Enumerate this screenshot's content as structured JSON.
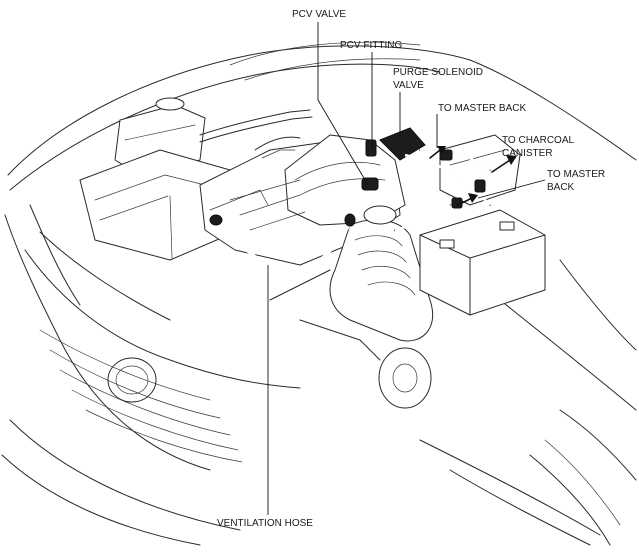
{
  "labels": {
    "pcv_valve": "PCV VALVE",
    "pcv_fitting": "PCV FITTING",
    "purge_solenoid_line1": "PURGE SOLENOID",
    "purge_solenoid_line2": "VALVE",
    "to_master_back_top": "TO MASTER BACK",
    "to_charcoal_line1": "TO CHARCOAL",
    "to_charcoal_line2": "CANISTER",
    "to_master_back_line1": "TO MASTER",
    "to_master_back_line2": "BACK",
    "ventilation_hose": "VENTILATION HOSE"
  },
  "colors": {
    "line": "#2a2a2a",
    "highlight": "#111111",
    "background": "#ffffff"
  }
}
